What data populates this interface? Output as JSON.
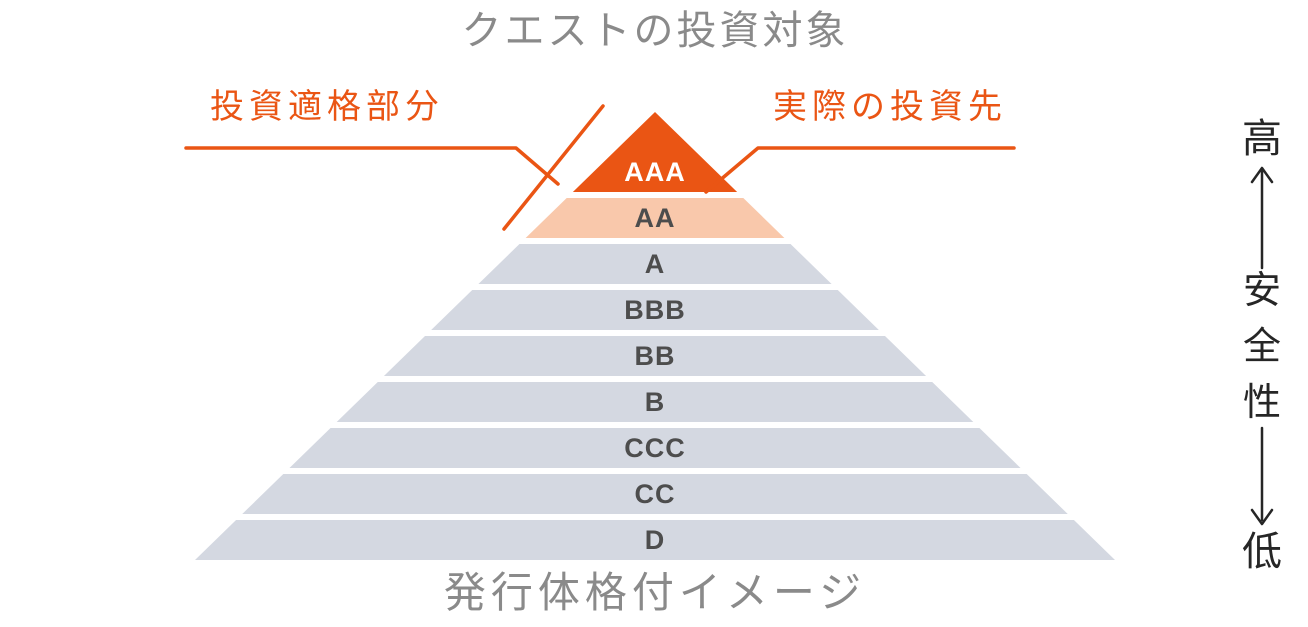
{
  "title": "クエストの投資対象",
  "caption": "発行体格付イメージ",
  "annotations": {
    "left": "投資適格部分",
    "right": "実際の投資先"
  },
  "safety_axis": {
    "top": "高",
    "label": "安全性",
    "bottom": "低"
  },
  "pyramid": {
    "levels": [
      {
        "label": "AAA",
        "color": "#EA5514",
        "text_color": "#FFFFFF"
      },
      {
        "label": "AA",
        "color": "#F9C8AB",
        "text_color": "#4D4D4D"
      },
      {
        "label": "A",
        "color": "#D4D8E1",
        "text_color": "#4D4D4D"
      },
      {
        "label": "BBB",
        "color": "#D4D8E1",
        "text_color": "#4D4D4D"
      },
      {
        "label": "BB",
        "color": "#D4D8E1",
        "text_color": "#4D4D4D"
      },
      {
        "label": "B",
        "color": "#D4D8E1",
        "text_color": "#4D4D4D"
      },
      {
        "label": "CCC",
        "color": "#D4D8E1",
        "text_color": "#4D4D4D"
      },
      {
        "label": "CC",
        "color": "#D4D8E1",
        "text_color": "#4D4D4D"
      },
      {
        "label": "D",
        "color": "#D4D8E1",
        "text_color": "#4D4D4D"
      }
    ]
  },
  "colors": {
    "accent": "#EA5514",
    "band_gray": "#D4D8E1",
    "band_peach": "#F9C8AB",
    "muted_text": "#8A8A8A",
    "axis_text": "#262626"
  }
}
